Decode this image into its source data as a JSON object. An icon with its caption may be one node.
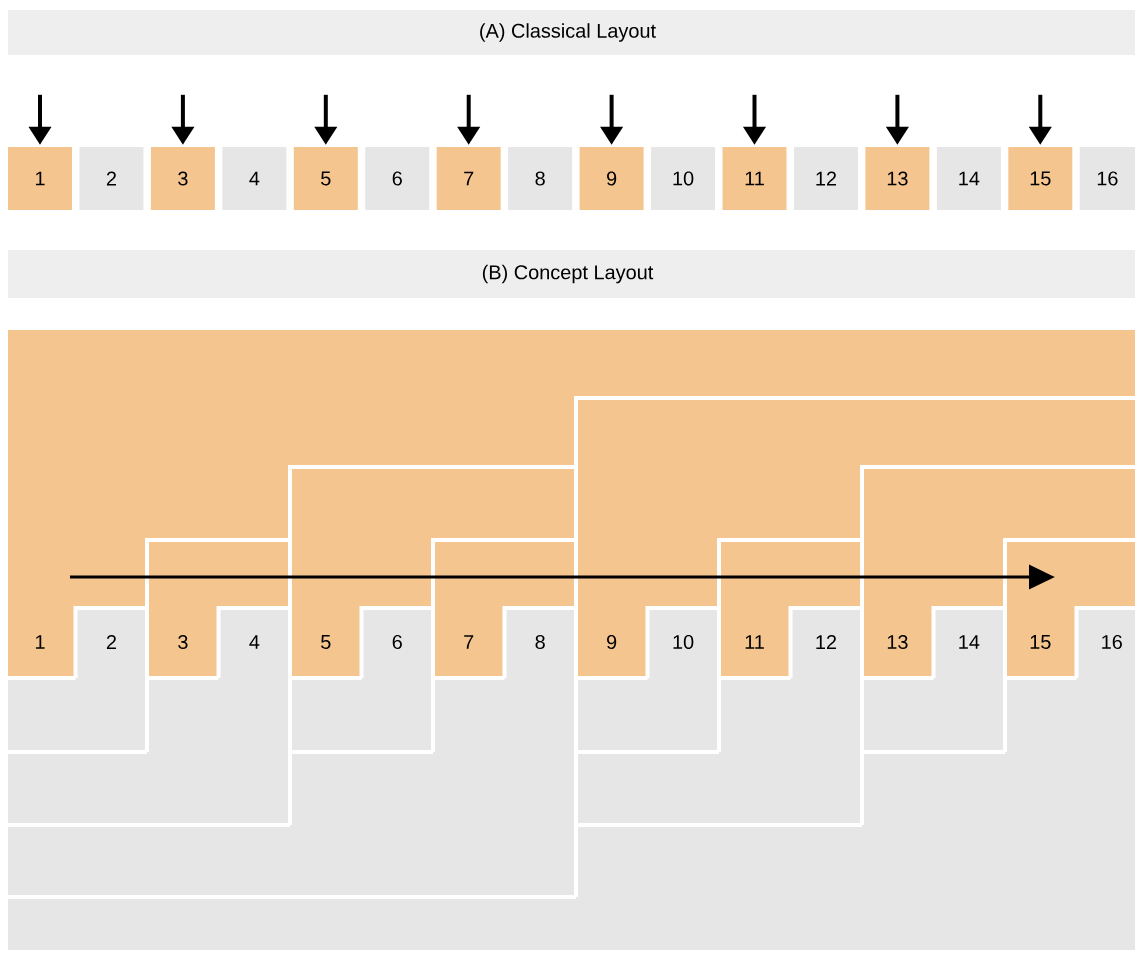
{
  "diagram": {
    "nodes": [
      {
        "text": [
          "1"
        ]
      },
      {
        "text": [
          "2"
        ]
      },
      {
        "text": [
          "3"
        ]
      },
      {
        "text": [
          "4"
        ]
      },
      {
        "text": [
          "5"
        ]
      },
      {
        "text": [
          "6"
        ]
      },
      {
        "text": [
          "7"
        ]
      },
      {
        "text": [
          "8"
        ]
      },
      {
        "text": [
          "9"
        ]
      },
      {
        "text": [
          "10"
        ]
      },
      {
        "text": [
          "11"
        ]
      },
      {
        "text": [
          "12"
        ]
      },
      {
        "text": [
          "13"
        ]
      },
      {
        "text": [
          "14"
        ]
      },
      {
        "text": [
          "15"
        ]
      },
      {
        "text": [
          "16"
        ]
      },
      {
        "text": [
          "1"
        ]
      },
      {
        "text": [
          "2"
        ]
      },
      {
        "text": [
          "3"
        ]
      },
      {
        "text": [
          "4"
        ]
      },
      {
        "text": [
          "5"
        ]
      },
      {
        "text": [
          "6"
        ]
      },
      {
        "text": [
          "7"
        ]
      },
      {
        "text": [
          "8"
        ]
      },
      {
        "text": [
          "9"
        ]
      },
      {
        "text": [
          "10"
        ]
      },
      {
        "text": [
          "11"
        ]
      },
      {
        "text": [
          "12"
        ]
      },
      {
        "text": [
          "13"
        ]
      },
      {
        "text": [
          "14"
        ]
      },
      {
        "text": [
          "15"
        ]
      },
      {
        "text": [
          "16"
        ]
      }
    ],
    "edges": [
      {
        "from": null,
        "to": 0,
        "arrow": "to"
      },
      {
        "from": null,
        "to": 2,
        "arrow": "to"
      },
      {
        "from": null,
        "to": 4,
        "arrow": "to"
      },
      {
        "from": null,
        "to": 6,
        "arrow": "to"
      },
      {
        "from": null,
        "to": 8,
        "arrow": "to"
      },
      {
        "from": null,
        "to": 10,
        "arrow": "to"
      },
      {
        "from": null,
        "to": 12,
        "arrow": "to"
      },
      {
        "from": null,
        "to": 14,
        "arrow": "to"
      }
    ],
    "labels": [
      "(A) Classical Layout",
      "(B) Concept Layout"
    ]
  }
}
